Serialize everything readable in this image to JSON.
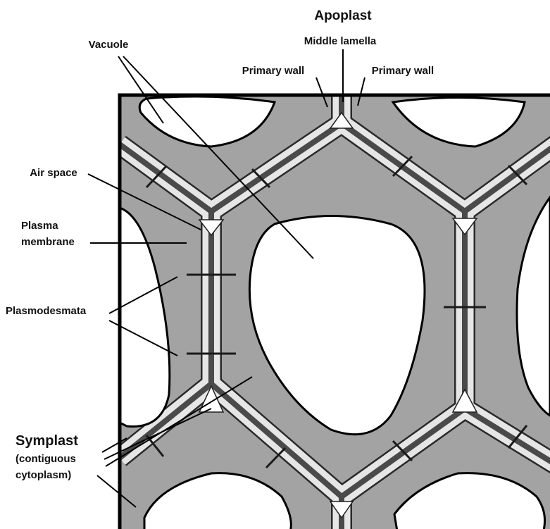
{
  "labels": {
    "apoplast": "Apoplast",
    "middle_lamella": "Middle lamella",
    "primary_wall_left": "Primary wall",
    "primary_wall_right": "Primary wall",
    "vacuole": "Vacuole",
    "air_space": "Air space",
    "plasma_membrane_line1": "Plasma",
    "plasma_membrane_line2": "membrane",
    "plasmodesmata": "Plasmodesmata",
    "symplast": "Symplast",
    "symplast_sub1": "(contiguous",
    "symplast_sub2": "cytoplasm)"
  },
  "colors": {
    "cytoplasm": "#a3a3a3",
    "cell_wall": "#e6e6e6",
    "middle_lamella": "#4a4a4a",
    "vacuole": "#ffffff",
    "outline": "#000000"
  }
}
